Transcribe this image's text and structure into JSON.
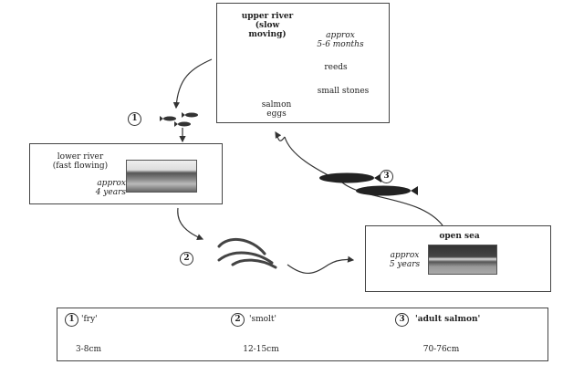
{
  "diagram": {
    "stages": {
      "upper_river": {
        "title_line1": "upper river",
        "title_line2": "(slow moving)",
        "duration_line1": "approx",
        "duration_line2": "5-6 months",
        "labels": {
          "reeds": "reeds",
          "stones": "small stones",
          "eggs_line1": "salmon",
          "eggs_line2": "eggs"
        }
      },
      "lower_river": {
        "title_line1": "lower river",
        "title_line2": "(fast flowing)",
        "duration_line1": "approx",
        "duration_line2": "4 years"
      },
      "open_sea": {
        "title": "open sea",
        "duration_line1": "approx",
        "duration_line2": "5 years"
      }
    },
    "markers": {
      "m1": "1",
      "m2": "2",
      "m3": "3"
    },
    "legend": [
      {
        "num": "1",
        "name": "'fry'",
        "size": "3-8cm"
      },
      {
        "num": "2",
        "name": "'smolt'",
        "size": "12-15cm"
      },
      {
        "num": "3",
        "name": "'adult salmon'",
        "size": "70-76cm"
      }
    ]
  }
}
